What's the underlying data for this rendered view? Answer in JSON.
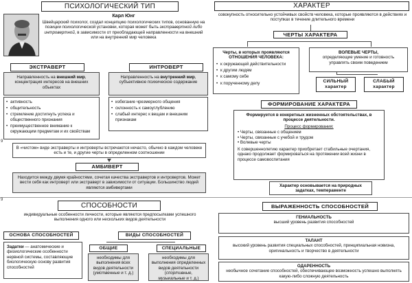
{
  "psych_type": {
    "title": "ПСИХОЛОГИЧЕСКИЙ ТИП",
    "person_name": "Карл Юнг",
    "bio_1": "Швейцарский психолог, создал концепцию психологических типов, основанную на позиции психологической установки, которая может быть ",
    "bio_italic": "экстравертной либо интровертной",
    "bio_2": ", в зависимости от преобладающей направленности на внешний или на внутренний мир человека",
    "extravert": {
      "title": "ЭКСТРАВЕРТ",
      "desc_1": "Направленность на ",
      "desc_bold": "внешний мир",
      "desc_2": ", концентрация интересов на внешних объектах",
      "traits": [
        "активность",
        "общительность",
        "стремление достигнуть успеха и общественного признания",
        "преимущественное внимание к окружающим предметам и их свойствам"
      ]
    },
    "introvert": {
      "title": "ИНТРОВЕРТ",
      "desc_1": "Направленность на ",
      "desc_bold": "внутренний мир",
      "desc_2": ", субъективное психическое содержание",
      "traits": [
        "избегание чрезмерного общения",
        "склонность к самоуглублению",
        "слабый интерес к вещам и внешним признакам"
      ]
    },
    "pure_note": "В «чистом» виде экстраверты и интроверты встречаются нечасто, обычно в каждом человеке есть и те, и другие черты в определенном соотношении",
    "ambivert": {
      "title": "АМБИВЕРТ",
      "desc": "Находится между двумя крайностями, сочетая качества экстравертов и интровертов. Может вести себя как интроверт или экстраверт в зависимости от ситуации. Большинство людей являются амбивертами"
    }
  },
  "character": {
    "title": "ХАРАКТЕР",
    "definition": "совокупность относительно устойчивых свойств человека, которые проявляются в действиях и поступках в течение длительного времени",
    "traits_title": "ЧЕРТЫ ХАРАКТЕРА",
    "relation": {
      "title": "Черты, в которых проявляются ОТНОШЕНИЯ ЧЕЛОВЕКА:",
      "items": [
        "к окружающей действительности",
        "к другим людям",
        "к самому себе",
        "к порученному делу"
      ]
    },
    "volitional": {
      "title": "ВОЛЕВЫЕ ЧЕРТЫ,",
      "desc": "определяющие умение и готовность управлять своим поведением",
      "strong": "СИЛЬНЫЙ характер",
      "weak": "СЛАБЫЙ характер"
    },
    "formation": {
      "title": "ФОРМИРОВАНИЕ ХАРАКТЕРА",
      "lead": "Формируется в конкретных жизненных обстоятельствах, в процессе деятельности.",
      "process_label": "Процесс формирования:",
      "items": [
        "Черты, связанные с общением",
        "Черты, связанные с учебой и трудом",
        "Волевые черты"
      ],
      "note": "К совершеннолетию характер приобретает стабильные очертания, однако продолжает формироваться на протяжении всей жизни в процессе самовоспитания",
      "basis": "Характер основывается на природных задатках, темпераменте"
    }
  },
  "abilities": {
    "title": "СПОСОБНОСТИ",
    "definition": "индивидуальные особенности личности, которые являются предпосылками успешного выполнения одного или нескольких видов деятельности",
    "basis_title": "ОСНОВА СПОСОБНОСТЕЙ",
    "basis_bold": "Задатки",
    "basis_text": " — анатомические и физиологические особенности нервной системы, составляющие биологическую основу развития способностей",
    "kinds_title": "ВИДЫ СПОСОБНОСТЕЙ",
    "general": {
      "title": "ОБЩИЕ",
      "desc_1": "необходимы для выполнения всех видов деятельности (",
      "desc_italic": "умственные",
      "desc_2": " и т. д.)"
    },
    "special": {
      "title": "СПЕЦИАЛЬНЫЕ",
      "desc_1": "необходимы для выполнения определенных видов деятельности (",
      "desc_italic": "спортивные, музыкальные",
      "desc_2": " и т. д.)"
    }
  },
  "expression": {
    "title": "ВЫРАЖЕННОСТЬ СПОСОБНОСТЕЙ",
    "levels": [
      {
        "name": "ГЕНИАЛЬНОСТЬ",
        "desc": "высший уровень развития способностей"
      },
      {
        "name": "ТАЛАНТ",
        "desc": "высокий уровень развития специальных способностей, принципиальная новизна, оригинальность и творчество в деятельности"
      },
      {
        "name": "ОДАРЕННОСТЬ",
        "desc": "необычное сочетание способностей, обеспечивающее возможность успешно выполнять какую-либо сложную деятельность"
      }
    ]
  },
  "page_numbers": [
    "9",
    "9"
  ]
}
